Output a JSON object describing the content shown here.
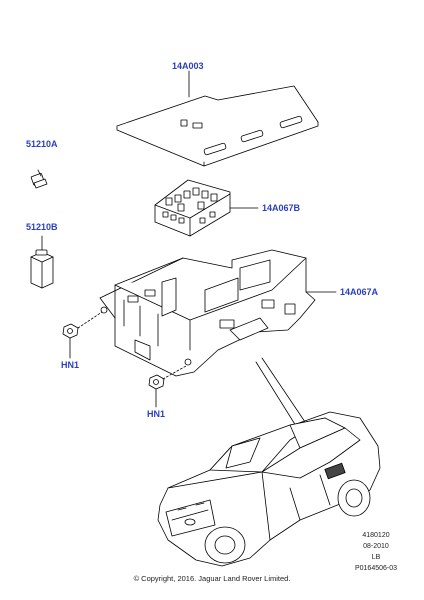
{
  "callouts": {
    "cover": "14A003",
    "fuse_small": "51210A",
    "fuse_large": "51210B",
    "relay_block": "14A067B",
    "fuse_box_housing": "14A067A",
    "nut_left": "HN1",
    "nut_bottom": "HN1"
  },
  "meta": {
    "drawing_number": "4180120",
    "date": "08-2010",
    "side": "LB",
    "illustration_ref": "P0164506-03"
  },
  "copyright": "© Copyright, 2016. Jaguar Land Rover Limited.",
  "colors": {
    "callout": "#2a3fbf",
    "line": "#000000",
    "fill": "#ffffff"
  }
}
